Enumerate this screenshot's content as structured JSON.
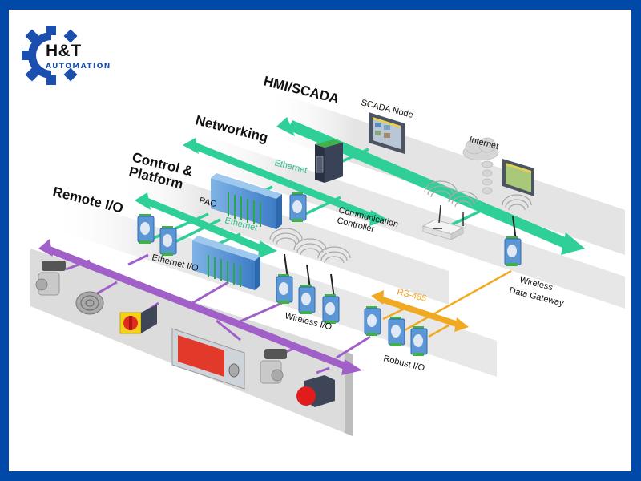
{
  "logo": {
    "brand": "H&T",
    "subtitle": "AUTOMATION",
    "color": "#1a4fb0"
  },
  "colors": {
    "frame": "#0049a8",
    "ethernet": "#2fcf98",
    "fieldbus": "#a060c8",
    "rs485": "#f2a922",
    "band": "#e6e6e6"
  },
  "layers": [
    {
      "id": "hmi",
      "title": "HMI/SCADA"
    },
    {
      "id": "networking",
      "title": "Networking"
    },
    {
      "id": "control",
      "title_line1": "Control &",
      "title_line2": "Platform"
    },
    {
      "id": "remote_io",
      "title": "Remote I/O"
    }
  ],
  "labels": {
    "scada_node": "SCADA Node",
    "internet": "Internet",
    "ethernet_1": "Ethernet",
    "ethernet_2": "Ethernet",
    "pac": "PAC",
    "comm_controller_1": "Communication",
    "comm_controller_2": "Controller",
    "ethernet_io": "Ethernet I/O",
    "wireless_io": "Wireless I/O",
    "wireless_gateway_1": "Wireless",
    "wireless_gateway_2": "Data Gateway",
    "rs485": "RS-485",
    "robust_io": "Robust I/O"
  },
  "field_devices": [
    {
      "name": "flow-valve"
    },
    {
      "name": "buzzer"
    },
    {
      "name": "rotary-switch"
    },
    {
      "name": "led-display-panel"
    },
    {
      "name": "flow-valve-2"
    },
    {
      "name": "emergency-push-button"
    }
  ]
}
